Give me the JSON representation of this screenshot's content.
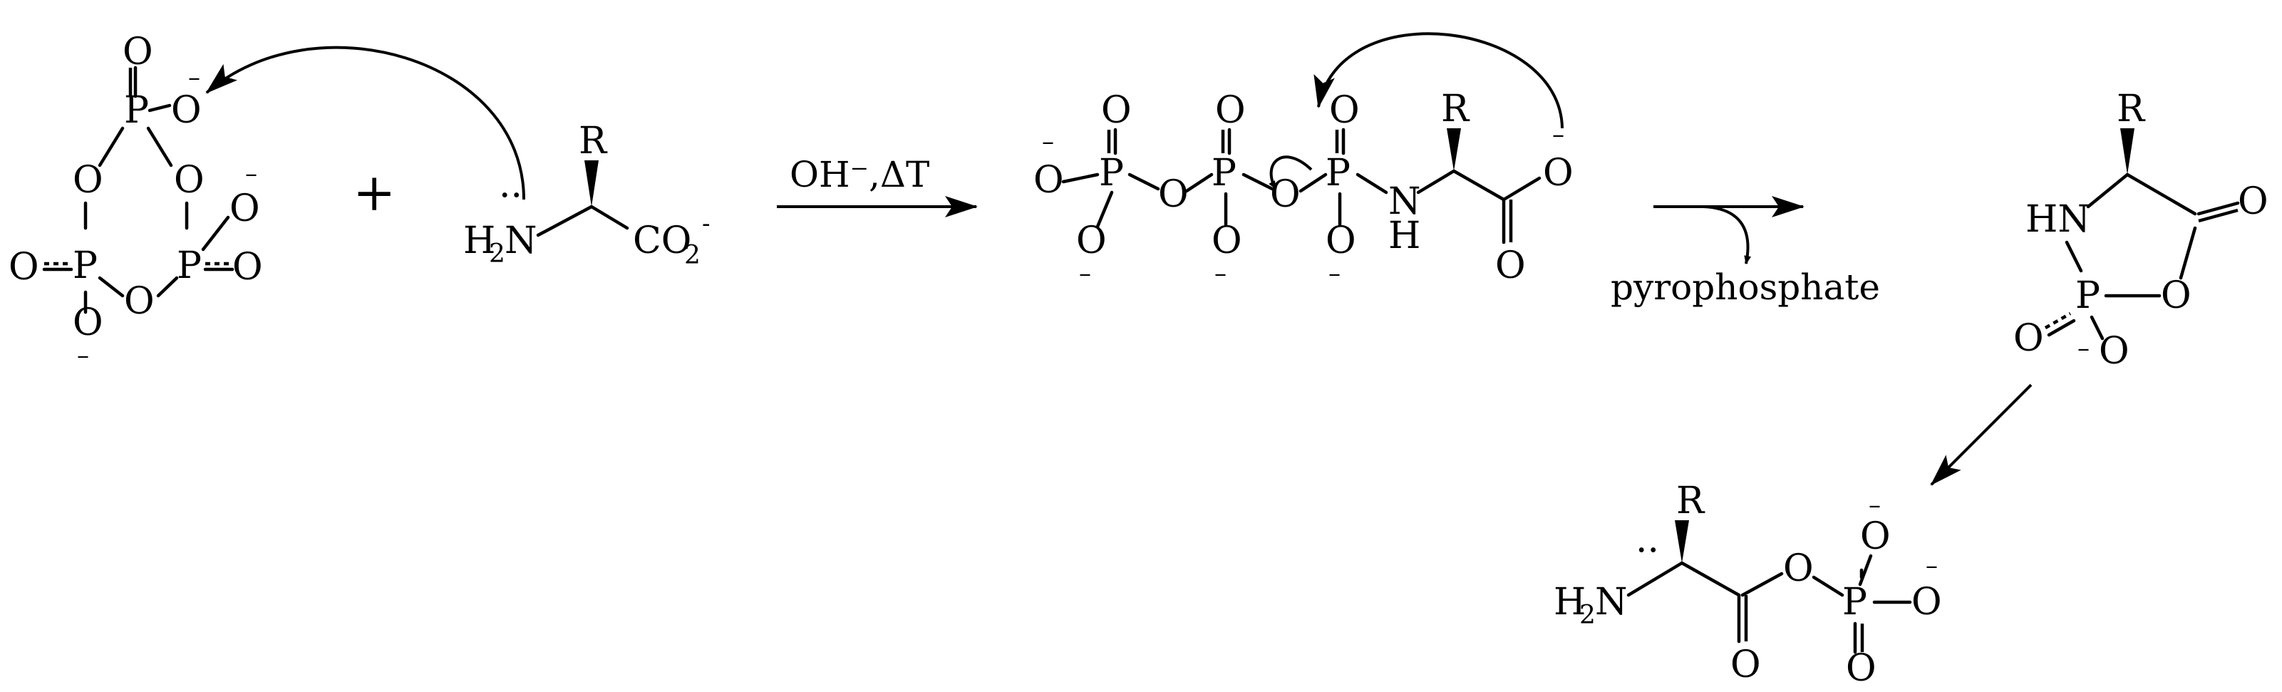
{
  "atoms": {
    "O": "O",
    "P": "P",
    "N": "N",
    "H": "H",
    "R": "R",
    "HN": "HN",
    "H2N_main": "H",
    "H2N_sub": "2",
    "N_after": "N",
    "CO": "CO",
    "CO_sub": "2",
    "charge": "–",
    "charge_small": "-"
  },
  "plus_sign": "+",
  "reagent_label": "OH⁻,ΔT",
  "byproduct_label": "pyrophosphate",
  "colors": {
    "ink": "#000000",
    "background": "#ffffff"
  }
}
